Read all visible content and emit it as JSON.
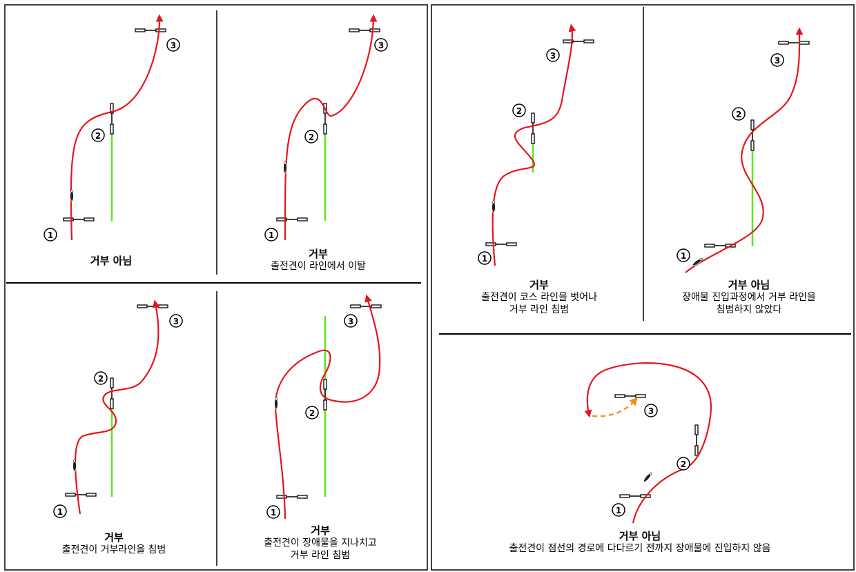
{
  "markers": {
    "m1": "1",
    "m2": "2",
    "m3": "3"
  },
  "colors": {
    "path": "#e8141b",
    "line": "#5ce61e",
    "alt": "#f0901e",
    "frame": "#000000"
  },
  "panels": [
    {
      "id": "a",
      "title": "거부 아님",
      "lines": []
    },
    {
      "id": "b",
      "title": "거부",
      "lines": [
        "출전견이 라인에서 이탈"
      ]
    },
    {
      "id": "c",
      "title": "거부",
      "lines": [
        "출전견이 거부라인을 침범"
      ]
    },
    {
      "id": "d",
      "title": "거부",
      "lines": [
        "출전견이 장애물을 지나치고",
        "거부 라인 침범"
      ]
    },
    {
      "id": "e",
      "title": "거부",
      "lines": [
        "출전견이 코스 라인을 벗어나",
        "거부 라인 침범"
      ]
    },
    {
      "id": "f",
      "title": "거부 아님",
      "lines": [
        "장애물 진입과정에서 거부 라인을",
        "침범하지 않았다"
      ]
    },
    {
      "id": "g",
      "title": "거부 아님",
      "lines": [
        "출전견이 점선의 경로에 다다르기 전까지 장애물에 진입하지 않음"
      ]
    }
  ]
}
